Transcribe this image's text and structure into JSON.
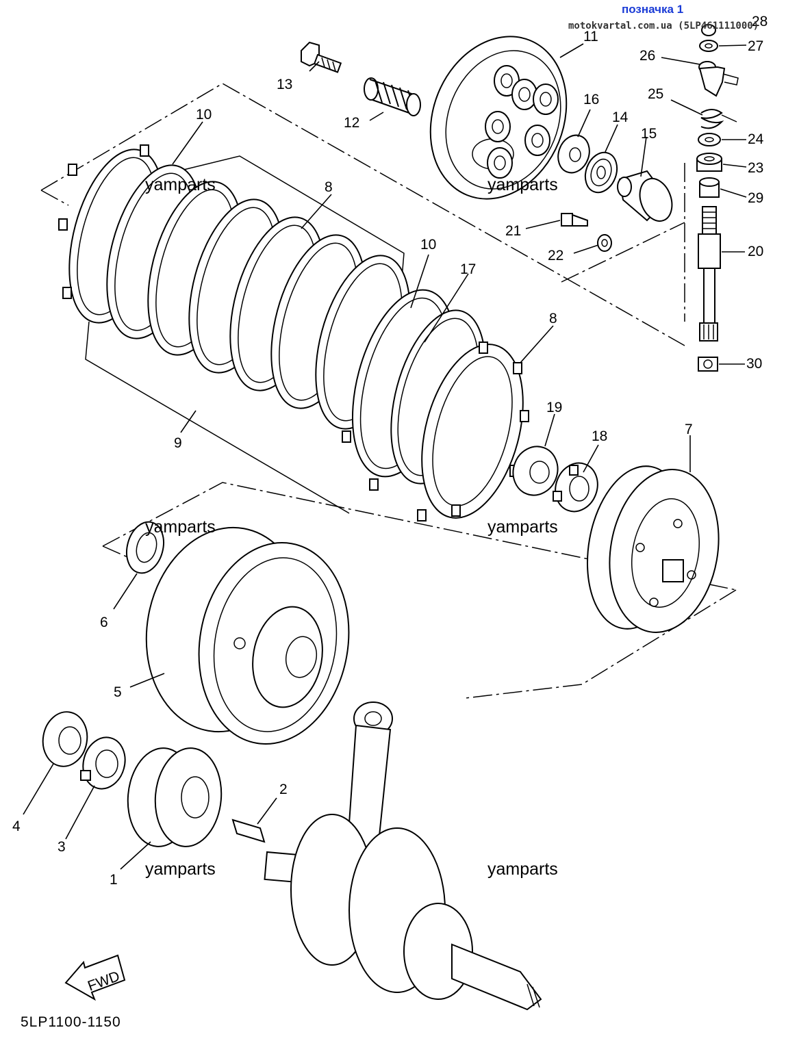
{
  "header": {
    "link_text": "позначка 1",
    "site_text": "motokvartal.com.ua (5LP461111000)"
  },
  "watermark": "yamparts",
  "diagram_code": "5LP1100-1150",
  "fwd_label": "FWD",
  "callouts": {
    "c1": "1",
    "c2": "2",
    "c3": "3",
    "c4": "4",
    "c5": "5",
    "c6": "6",
    "c7": "7",
    "c8a": "8",
    "c8b": "8",
    "c9": "9",
    "c10a": "10",
    "c10b": "10",
    "c11": "11",
    "c12": "12",
    "c13": "13",
    "c14": "14",
    "c15": "15",
    "c16": "16",
    "c17": "17",
    "c18": "18",
    "c19": "19",
    "c20": "20",
    "c21": "21",
    "c22": "22",
    "c23": "23",
    "c24": "24",
    "c25": "25",
    "c26": "26",
    "c27": "27",
    "c28": "28",
    "c29": "29",
    "c30": "30"
  }
}
